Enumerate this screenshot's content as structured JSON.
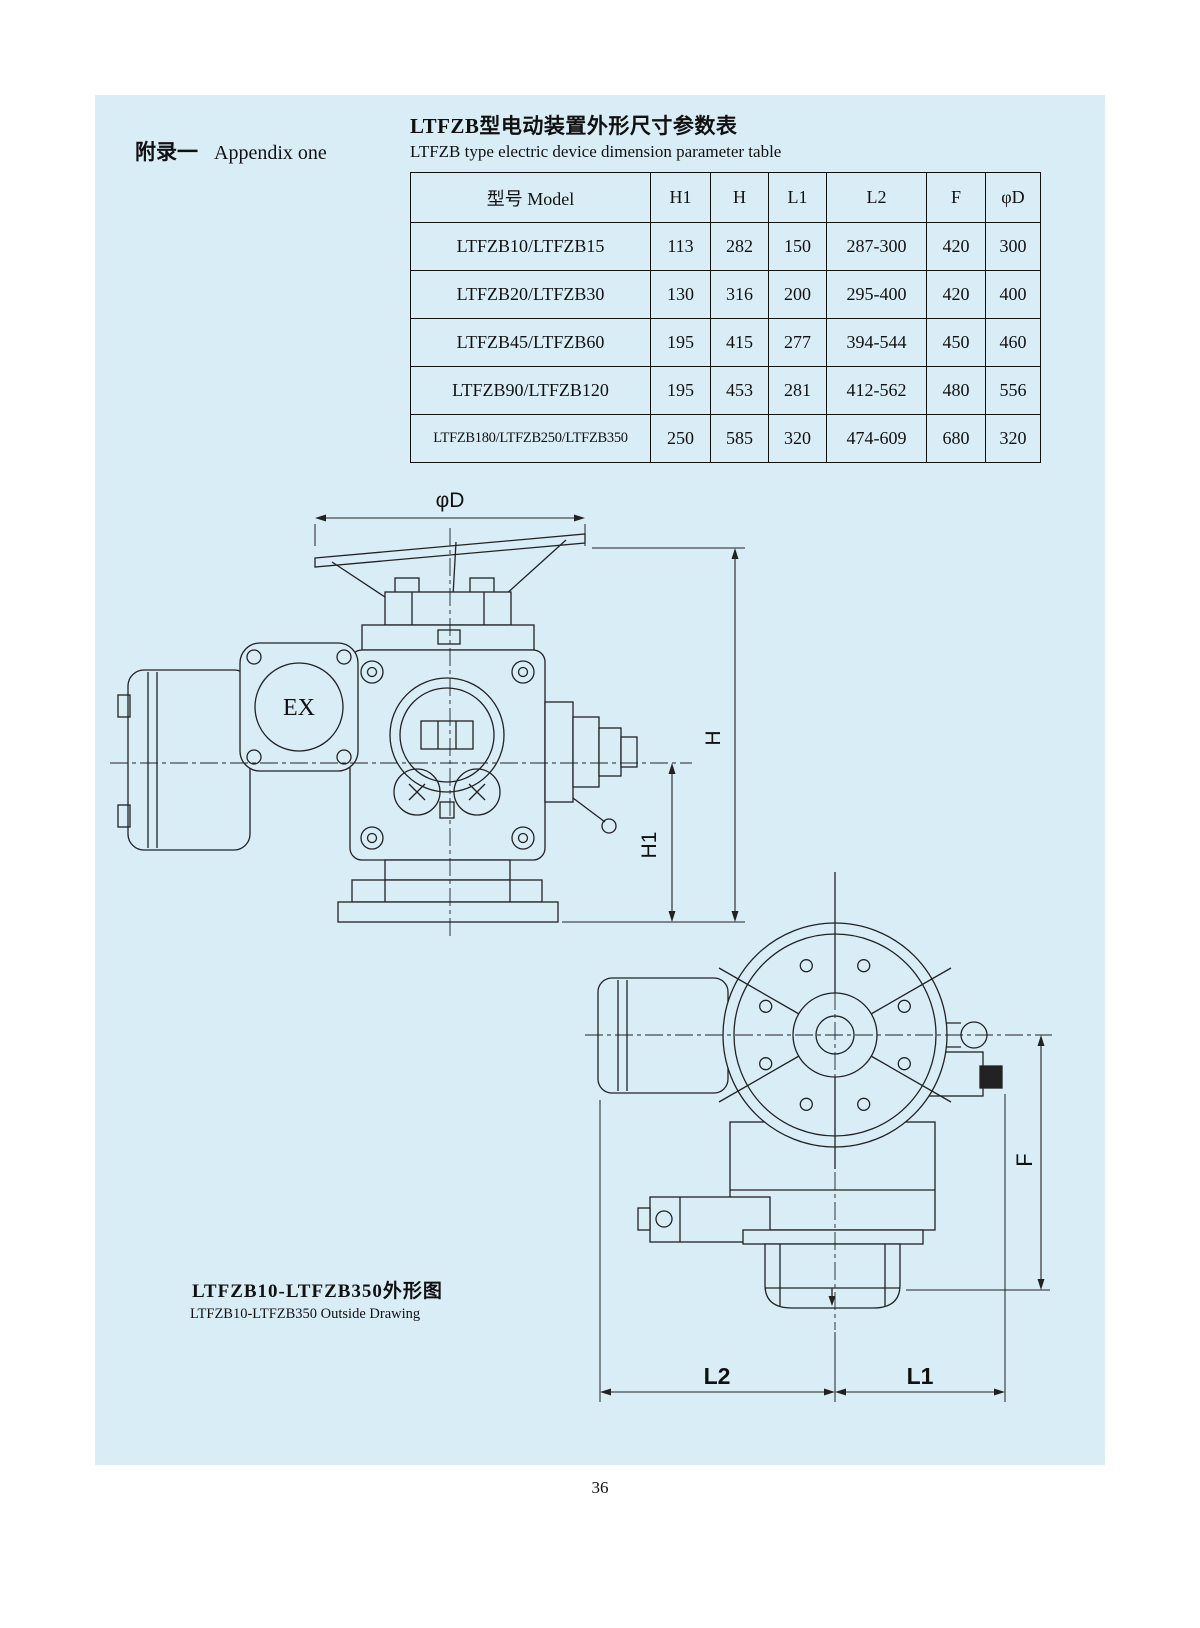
{
  "page": {
    "background_color": "#ffffff",
    "panel_color": "#d9edf7",
    "line_color": "#222222",
    "page_number": "36"
  },
  "header": {
    "appendix_cn": "附录一",
    "appendix_en": "Appendix one",
    "table_title_cn": "LTFZB型电动装置外形尺寸参数表",
    "table_title_en": "LTFZB type electric device dimension parameter table"
  },
  "table": {
    "headers": [
      "型号 Model",
      "H1",
      "H",
      "L1",
      "L2",
      "F",
      "φD"
    ],
    "rows": [
      [
        "LTFZB10/LTFZB15",
        "113",
        "282",
        "150",
        "287-300",
        "420",
        "300"
      ],
      [
        "LTFZB20/LTFZB30",
        "130",
        "316",
        "200",
        "295-400",
        "420",
        "400"
      ],
      [
        "LTFZB45/LTFZB60",
        "195",
        "415",
        "277",
        "394-544",
        "450",
        "460"
      ],
      [
        "LTFZB90/LTFZB120",
        "195",
        "453",
        "281",
        "412-562",
        "480",
        "556"
      ],
      [
        "LTFZB180/LTFZB250/LTFZB350",
        "250",
        "585",
        "320",
        "474-609",
        "680",
        "320"
      ]
    ]
  },
  "drawing": {
    "labels": {
      "phi_d": "φD",
      "h": "H",
      "h1": "H1",
      "f": "F",
      "l1": "L1",
      "l2": "L2",
      "ex": "EX"
    },
    "caption_cn": "LTFZB10-LTFZB350外形图",
    "caption_en": "LTFZB10-LTFZB350 Outside Drawing"
  }
}
